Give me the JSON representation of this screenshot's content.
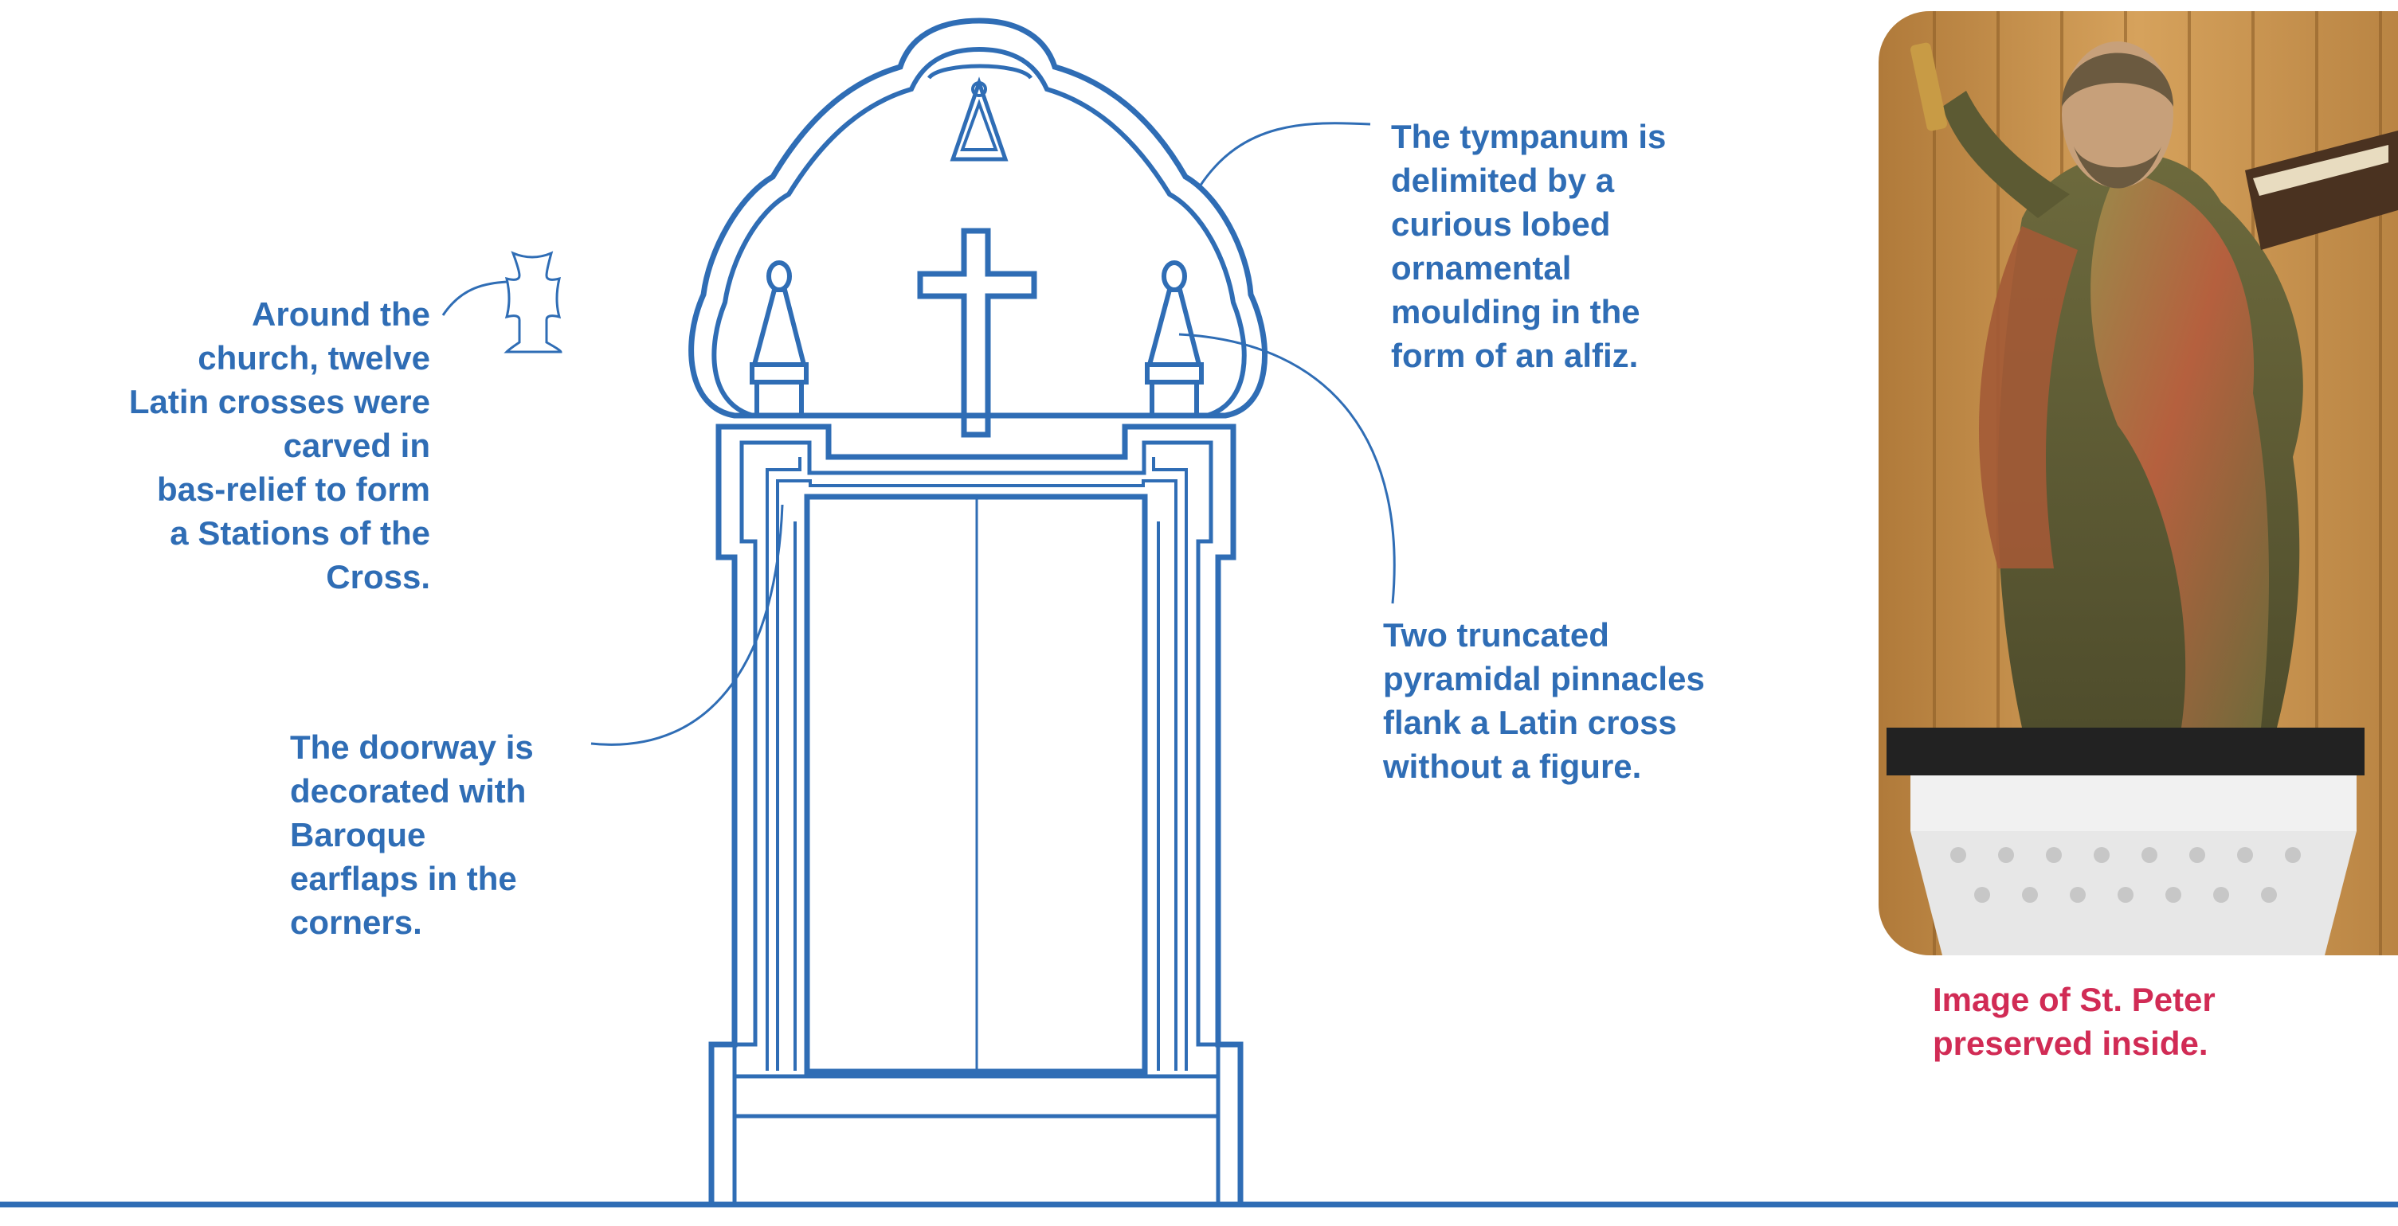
{
  "annotations": {
    "crosses": "Around the\nchurch, twelve\nLatin crosses were\ncarved in\nbas-relief to form\na Stations of the\nCross.",
    "tympanum": "The tympanum is\ndelimited by a\ncurious lobed\nornamental\nmoulding in the\nform of an alfiz.",
    "pinnacles": "Two truncated\npyramidal pinnacles\nflank a Latin cross\nwithout a figure.",
    "doorway": "The doorway is\ndecorated with\nBaroque\nearflaps in the\ncorners."
  },
  "photo": {
    "caption": "Image of St. Peter\npreserved inside."
  },
  "colors": {
    "line": "#2f6db5",
    "caption": "#d12b55",
    "background": "#ffffff"
  }
}
